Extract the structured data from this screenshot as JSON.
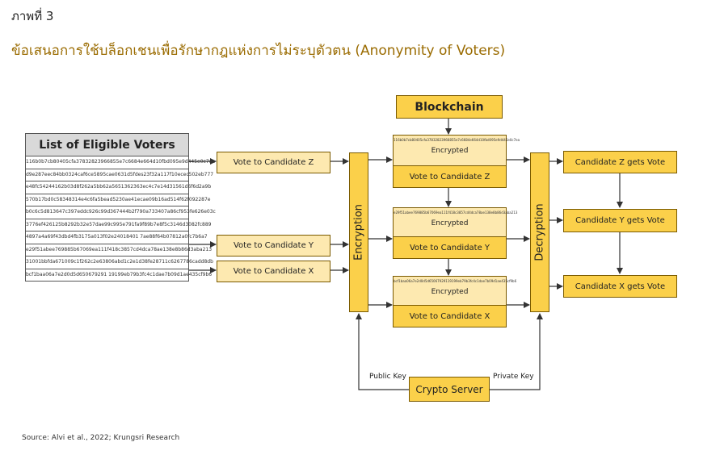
{
  "figure_label": "ภาพที่ 3",
  "title": "ข้อเสนอการใช้บล็อกเชนเพื่อรักษากฎแห่งการไม่ระบุตัวตน (Anonymity of Voters)",
  "voters": {
    "header": "List of Eligible Voters",
    "hashes": [
      "116b0b7cb80405cfa37832823966855e7c6684e664d10fbd095e9d445e0c7ea",
      "d9e287eec84bb0324caf6ce5895cae0631d5fdes23f32a117f10ecec502eb777",
      "e48fc54244162b03d8f262a5bb62a5651362363ec4c7e14d31561d6f6d2a9b",
      "570b17bd0c58348314e4c6fa5bead5230ae41ecae09b16ad514f62f092287e",
      "b0c6c5d813647c397eddc926c99d367444b2f790a733407a86cf953fe626e03c",
      "3776ef426125b8292b32e57dae99c995e791fa9f89b7e8f5c3146d3082fc889",
      "4897a4a69f43dbd4fb3175a013f02e24018401 7ae88f64b07812a0fc7b6a7",
      "e29f51abee769885b67069ea111f418c3857cd4dca78ae138e8b86d3aba213",
      "31001bbfda671009c1f262c2e63806abd1c2e1d38fe28711c6267786cadd8db",
      "bcf1baa06a7e2d0d5d650679291 19199eb79b3fc4c1dae7b09d1ae435cf9b6"
    ]
  },
  "votes_in": [
    "Vote to Candidate Z",
    "Vote to Candidate Y",
    "Vote to Candidate X"
  ],
  "encryption_label": "Encryption",
  "decryption_label": "Decryption",
  "blockchain": {
    "label": "Blockchain",
    "blocks": [
      {
        "hash": "116b0b7cb80405cfa37832823966855e7c6684e664d10fbd095e9d445e0c7ea",
        "encrypted": "Encrypted",
        "vote": "Vote to Candidate Z"
      },
      {
        "hash": "e29f51abee769885b67069ea111f418c3857cd4dca78ae138e8b86d3aba213",
        "encrypted": "Encrypted",
        "vote": "Vote to Candidate Y"
      },
      {
        "hash": "bcf1baa06a7e2d0d5d65067929119199eb79b3fc4c1dae7b09d1ae435cf9b6",
        "encrypted": "Encrypted",
        "vote": "Vote to Candidate X"
      }
    ]
  },
  "results": [
    "Candidate Z gets Vote",
    "Candidate Y gets Vote",
    "Candidate X gets Vote"
  ],
  "crypto_server": {
    "label": "Crypto Server",
    "public_key": "Public Key",
    "private_key": "Private Key"
  },
  "source": "Source: Alvi et al., 2022; Krungsri Research",
  "colors": {
    "box_fill": "#fbd04a",
    "box_light": "#fde9b0",
    "title": "#9a6b00",
    "line": "#333333"
  }
}
